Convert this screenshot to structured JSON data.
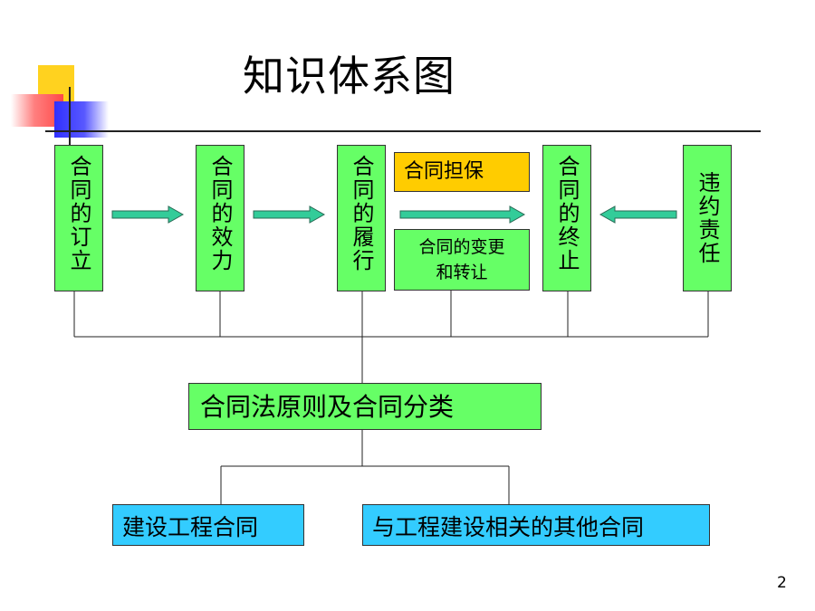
{
  "title": "知识体系图",
  "boxes": {
    "formation": "合同的订立",
    "effect": "合同的效力",
    "performance": "合同的履行",
    "guarantee": "合同担保",
    "change_line1": "合同的变更",
    "change_line2": "和转让",
    "termination": "合同的终止",
    "liability": "违约责任",
    "principles": "合同法原则及合同分类",
    "construction": "建设工程合同",
    "others": "与工程建设相关的其他合同"
  },
  "colors": {
    "green": "#66ff66",
    "gold": "#ffcc00",
    "cyan": "#33ccff",
    "arrow": "#33cc99"
  },
  "page_number": "2"
}
